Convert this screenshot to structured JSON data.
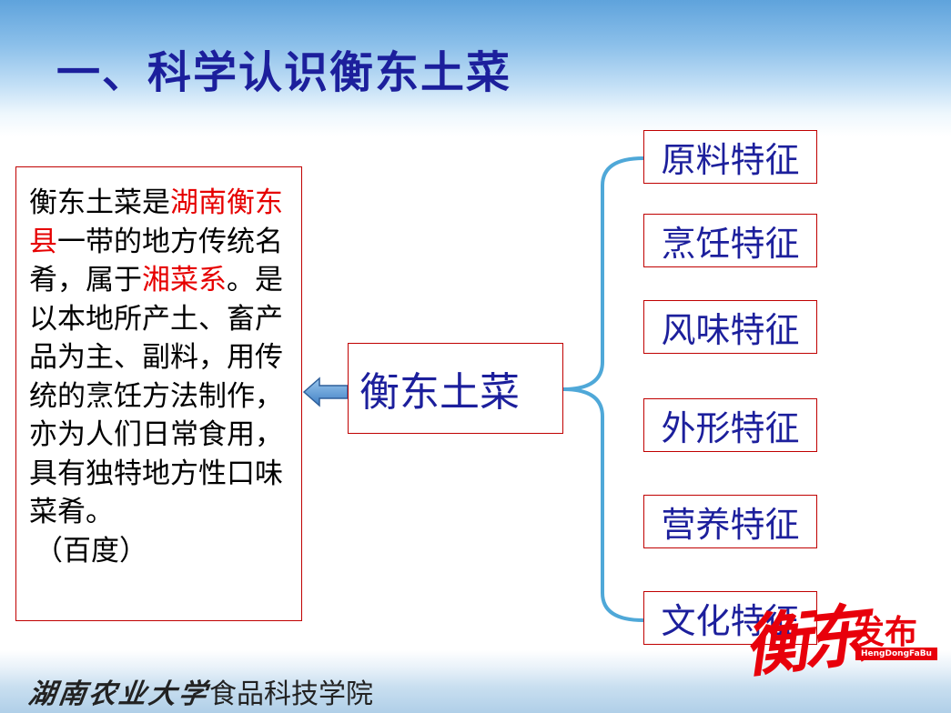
{
  "title": "一、科学认识衡东土菜",
  "description": {
    "segments": [
      {
        "text": "衡东土菜是",
        "color": "black"
      },
      {
        "text": "湖南衡东县",
        "color": "red"
      },
      {
        "text": "一带的地方传统名肴，属于",
        "color": "black"
      },
      {
        "text": "湘菜系",
        "color": "red"
      },
      {
        "text": "。是以本地所产土、畜产品为主、副料，用传统的烹饪方法制作，亦为人们日常食用，具有独特地方性口味菜肴。",
        "color": "black"
      }
    ],
    "source": "（百度）"
  },
  "center_label": "衡东土菜",
  "features": [
    "原料特征",
    "烹饪特征",
    "风味特征",
    "外形特征",
    "营养特征",
    "文化特征"
  ],
  "footer": {
    "university": "湖南农业大学",
    "college": "食品科技学院"
  },
  "watermark": {
    "main": "衡东",
    "sub": "发布",
    "tagline": "HengDongFaBu"
  },
  "colors": {
    "title": "#1c1f9c",
    "highlight": "#e60000",
    "box_border": "#c00000",
    "brace": "#4fa8d8",
    "arrow": "#4f8fd0"
  }
}
